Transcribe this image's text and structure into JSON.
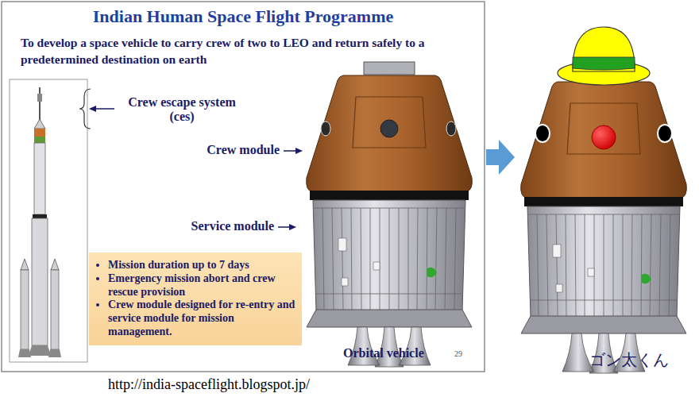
{
  "diagram": {
    "title": "Indian Human Space Flight Programme",
    "nodes": [
      {
        "text": [
          "Mission duration up to 7 days",
          "Emergency mission abort and crew rescue provision",
          "Crew module designed for re-entry and service module for mission management."
        ]
      }
    ],
    "labels": [
      "To develop a space vehicle to carry crew of two to LEO and return safely to a predetermined destination on earth",
      "Crew escape system (ces)",
      "Crew module",
      "Service module",
      "Orbital vehicle",
      "29",
      "ゴン太くん",
      "http://india-spaceflight.blogspot.jp/"
    ]
  }
}
